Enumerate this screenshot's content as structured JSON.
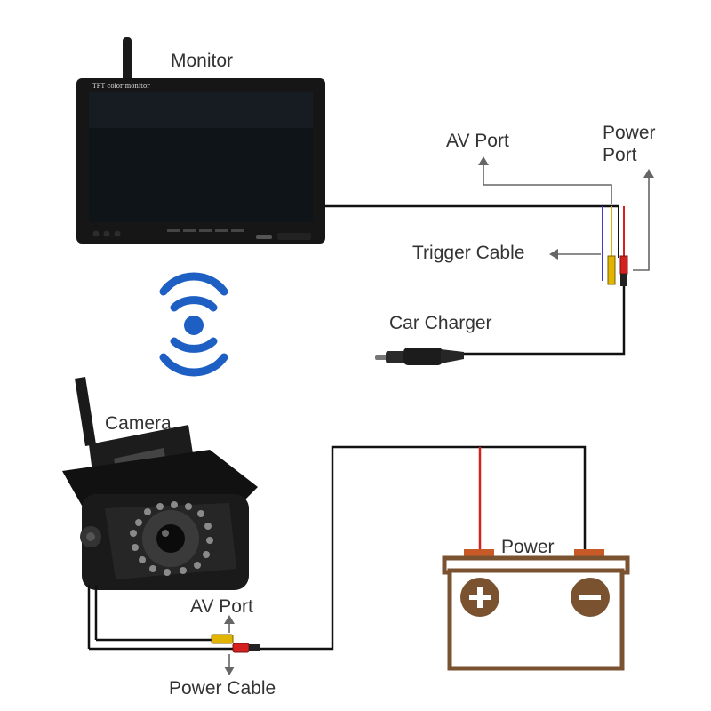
{
  "labels": {
    "monitor": "Monitor",
    "monitor_bezel": "TFT color monitor",
    "av_port_top": "AV Port",
    "power_port_line1": "Power",
    "power_port_line2": "Port",
    "trigger_cable": "Trigger Cable",
    "car_charger": "Car Charger",
    "camera": "Camera",
    "power": "Power",
    "av_port_bottom": "AV Port",
    "power_cable": "Power Cable"
  },
  "icons": {
    "wireless": "wifi-signal-icon",
    "battery_positive": "plus-icon",
    "battery_negative": "minus-icon"
  },
  "colors": {
    "wire_black": "#111111",
    "wire_red": "#d42020",
    "wire_yellow": "#d8b000",
    "wire_blue": "#3b3bd0",
    "arrow_gray": "#666666",
    "battery_brown": "#7a5230",
    "battery_orange": "#c85a28",
    "wireless_blue": "#1e5fc4"
  }
}
